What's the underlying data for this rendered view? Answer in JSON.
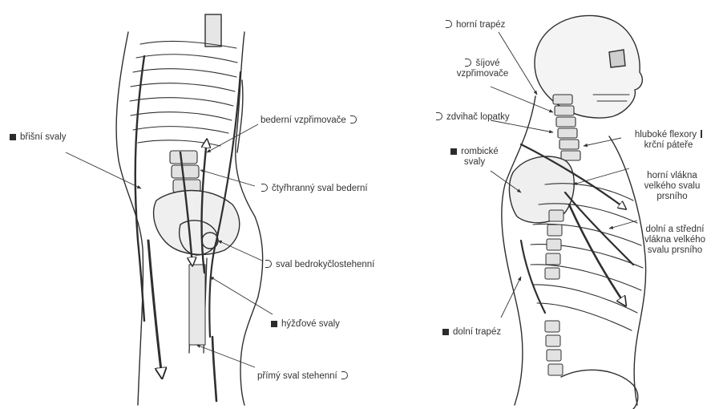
{
  "colors": {
    "ink": "#2f2f2f",
    "paper": "#ffffff",
    "shade": "#d9d9d9"
  },
  "legend_markers": {
    "filled": "filled-square",
    "open": "half-circle"
  },
  "left_figure": {
    "labels": {
      "abdominal": "břišní svaly",
      "lumbar_erectors": "bederní vzpřimovače",
      "quadratus": "čtyřhranný sval bederní",
      "iliopsoas": "sval bedrokyčlostehenní",
      "gluteal": "hýžďové svaly",
      "rectus_femoris": "přímý sval stehenní"
    }
  },
  "right_figure": {
    "labels": {
      "upper_trapezius": "horní trapéz",
      "neck_erectors_1": "šíjové",
      "neck_erectors_2": "vzpřimovače",
      "levator": "zdvihač lopatky",
      "rhomboid_1": "rombické",
      "rhomboid_2": "svaly",
      "deep_flexors_1": "hluboké flexory",
      "deep_flexors_2": "krční páteře",
      "pec_upper_1": "horní vlákna",
      "pec_upper_2": "velkého svalu",
      "pec_upper_3": "prsního",
      "pec_lower_1": "dolní a střední",
      "pec_lower_2": "vlákna velkého",
      "pec_lower_3": "svalu prsního",
      "lower_trapezius": "dolní trapéz"
    }
  }
}
